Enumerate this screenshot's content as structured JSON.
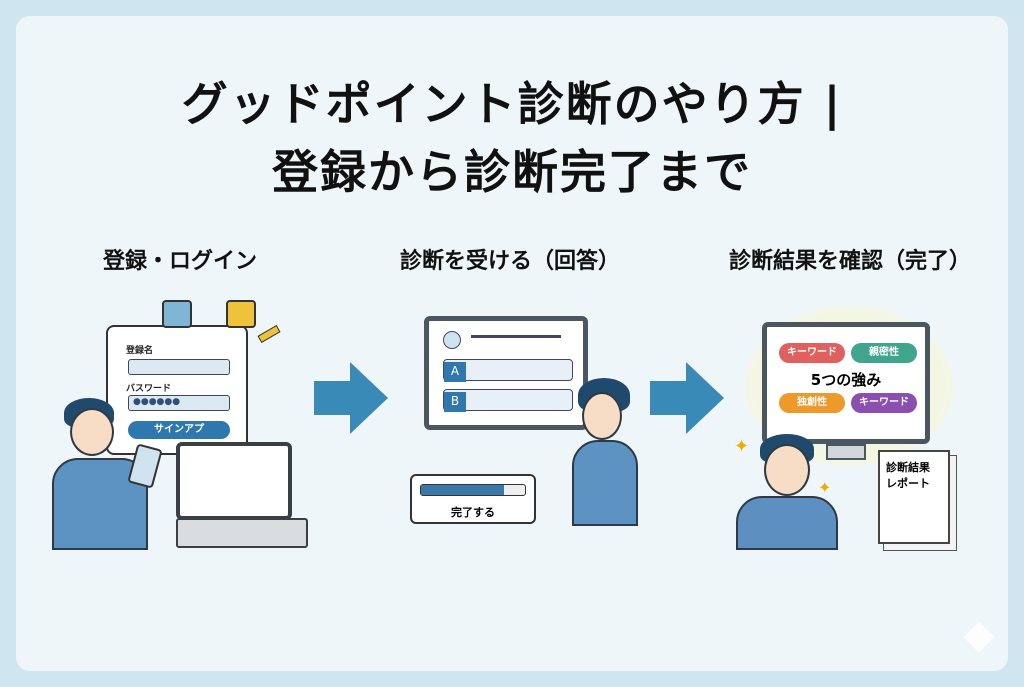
{
  "title": {
    "line1": "グッドポイント診断のやり方 |",
    "line2": "登録から診断完了まで"
  },
  "steps": [
    {
      "label": "登録・ログイン",
      "form": {
        "name_label": "登録名",
        "password_label": "バスワード",
        "password_value": "●●●●●●",
        "signup_button": "サインアプ"
      }
    },
    {
      "label": "診断を受ける（回答）",
      "options": [
        "A",
        "B"
      ],
      "complete_button": "完了する",
      "progress": 0.8
    },
    {
      "label": "診断結果を確認（完了）",
      "center": "5つの強み",
      "pills": [
        {
          "text": "キーワード",
          "color": "#e06060"
        },
        {
          "text": "親密性",
          "color": "#3fa58c"
        },
        {
          "text": "独創性",
          "color": "#ee9a2a"
        },
        {
          "text": "キーワード",
          "color": "#8a4fb0"
        }
      ],
      "report": "診断結果\nレポート"
    }
  ],
  "colors": {
    "arrow": "#3a8ab8",
    "accent": "#2f78ad"
  }
}
